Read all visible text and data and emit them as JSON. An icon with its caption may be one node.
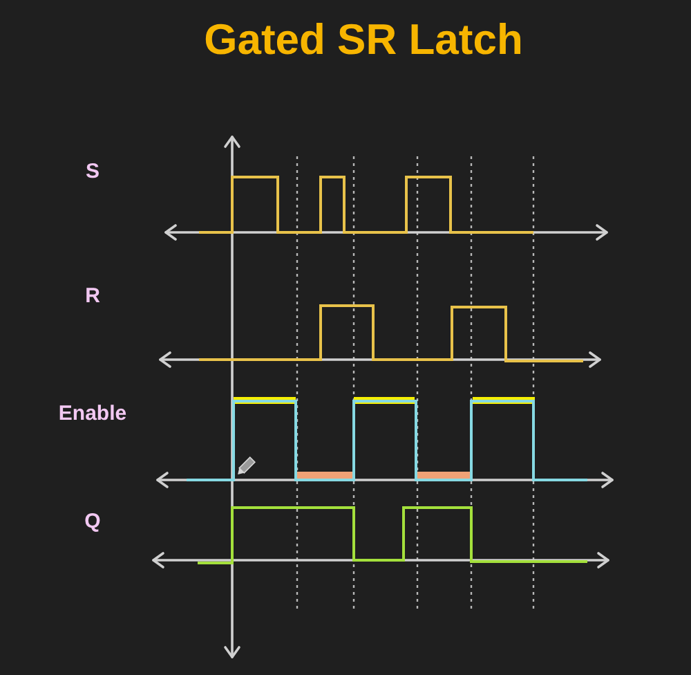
{
  "diagram": {
    "title": "Gated SR Latch",
    "labels": [
      "S",
      "R",
      "Enable",
      "Q"
    ]
  }
}
